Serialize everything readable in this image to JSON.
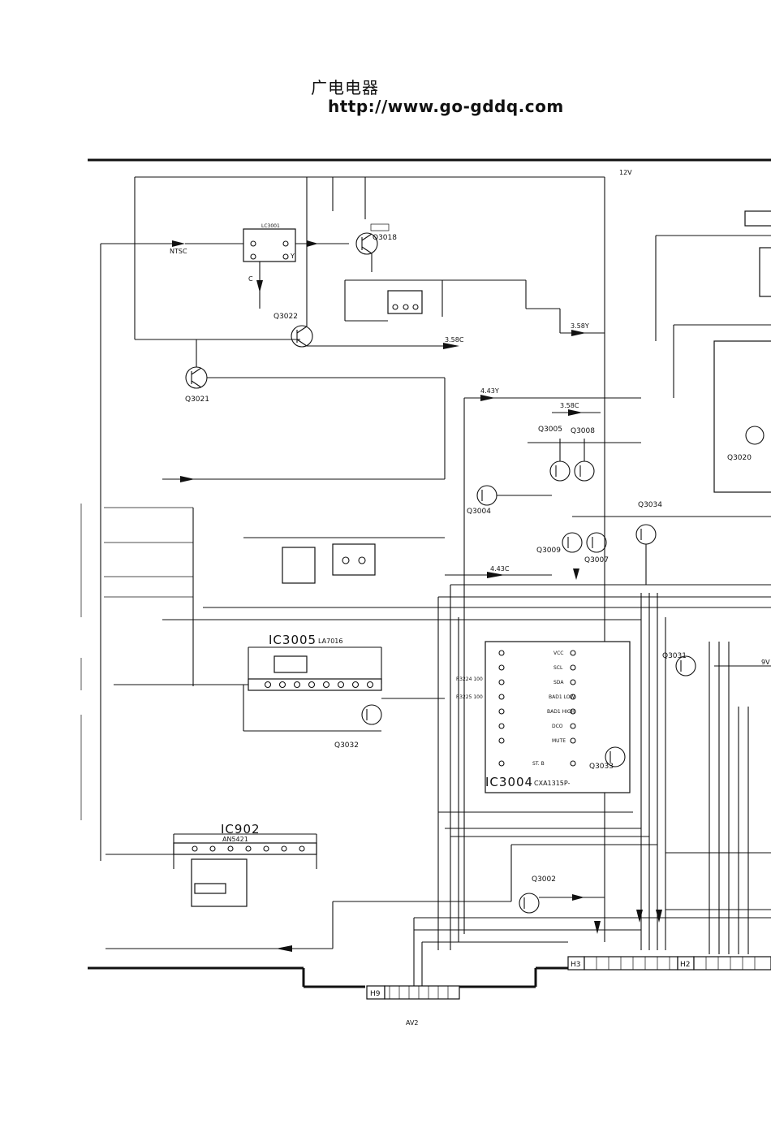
{
  "header": {
    "site_name": "广电电器",
    "site_url": "http://www.go-gddq.com"
  },
  "schematic": {
    "rails": {
      "v12": "12V",
      "v9": "9V"
    },
    "signal_labels": {
      "ntsc": "NTSC",
      "y": "Y",
      "c": "C",
      "y358": "3.58Y",
      "c358a": "3.58C",
      "y443": "4.43Y",
      "c358b": "3.58C",
      "c443": "4.43C"
    },
    "ics": [
      {
        "ref": "IC3005",
        "part": "LA7016"
      },
      {
        "ref": "IC3004",
        "part": "CXA1315P-"
      },
      {
        "ref": "IC902",
        "part": "AN5421"
      }
    ],
    "transistors": [
      "Q3018",
      "Q3022",
      "Q3021",
      "Q3005",
      "Q3008",
      "Q3004",
      "Q3009",
      "Q3007",
      "Q3034",
      "Q3020",
      "Q3031",
      "Q3032",
      "Q3033",
      "Q3002"
    ],
    "connectors": {
      "h9": "H9",
      "h3": "H3",
      "h2": "H2",
      "av2": "AV2"
    },
    "resistors": [
      "R3224 100",
      "R3225 100"
    ],
    "ic3004_pins": [
      "SDA",
      "SCL",
      "VCC",
      "DCO",
      "BAD1 LOW",
      "BAD1 HIGH",
      "MUTE",
      "ST. B"
    ]
  }
}
